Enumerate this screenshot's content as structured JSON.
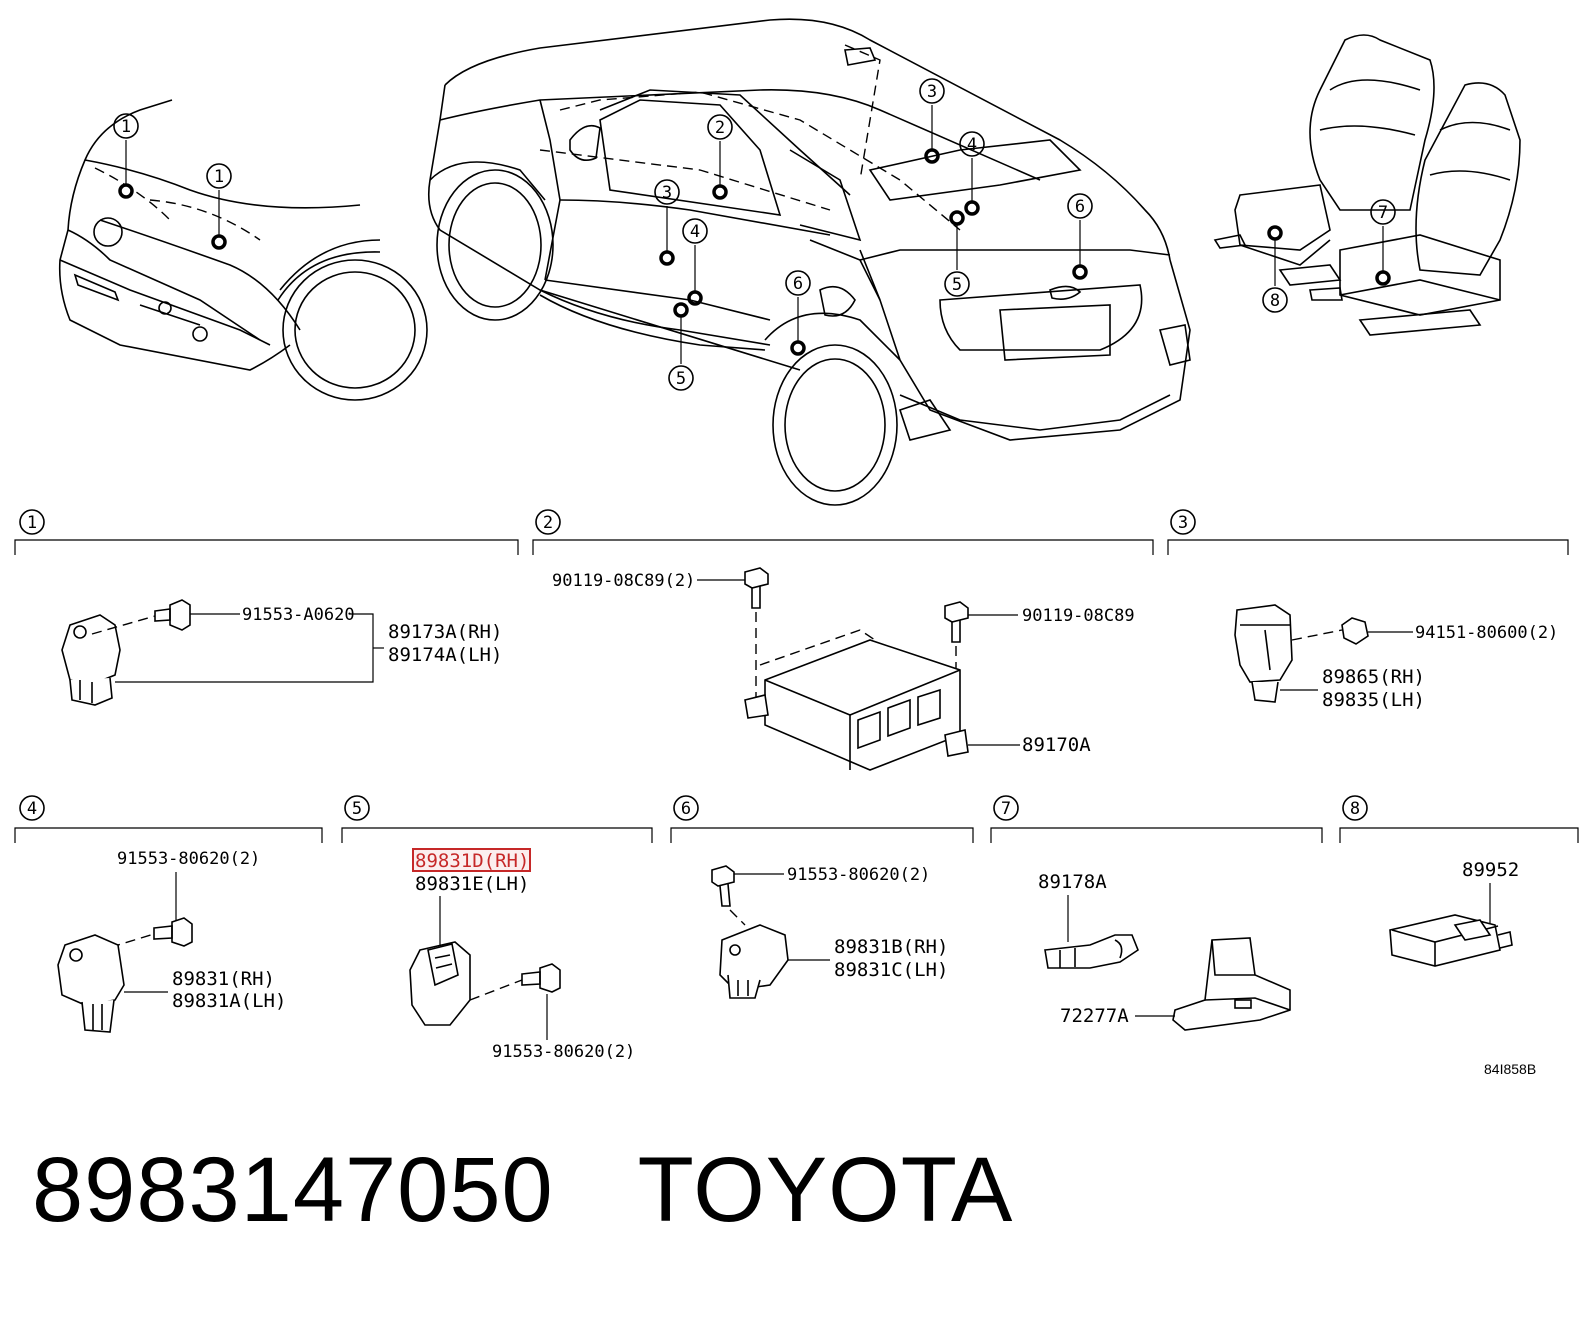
{
  "overview": {
    "front_markers": [
      "1",
      "1"
    ],
    "car_markers": [
      "2",
      "3",
      "4",
      "5",
      "3",
      "4",
      "5",
      "6",
      "6"
    ],
    "seat_markers": [
      "7",
      "8"
    ]
  },
  "sections": {
    "s1": {
      "index": "1",
      "bolt": "91553-A0620",
      "part_rh": "89173A(RH)",
      "part_lh": "89174A(LH)"
    },
    "s2": {
      "index": "2",
      "bolt_left": "90119-08C89(2)",
      "bolt_right": "90119-08C89",
      "part": "89170A"
    },
    "s3": {
      "index": "3",
      "nut": "94151-80600(2)",
      "part_rh": "89865(RH)",
      "part_lh": "89835(LH)"
    },
    "s4": {
      "index": "4",
      "bolt": "91553-80620(2)",
      "part_rh": "89831(RH)",
      "part_lh": "89831A(LH)"
    },
    "s5": {
      "index": "5",
      "part_rh": "89831D(RH)",
      "part_lh": "89831E(LH)",
      "bolt": "91553-80620(2)"
    },
    "s6": {
      "index": "6",
      "bolt": "91553-80620(2)",
      "part_rh": "89831B(RH)",
      "part_lh": "89831C(LH)"
    },
    "s7": {
      "index": "7",
      "part_a": "89178A",
      "part_b": "72277A"
    },
    "s8": {
      "index": "8",
      "part": "89952"
    }
  },
  "figure_code": "84I858B",
  "footer": {
    "part_number": "8983147050",
    "brand": "TOYOTA"
  },
  "colors": {
    "highlight": "#c62828",
    "line": "#000000"
  }
}
